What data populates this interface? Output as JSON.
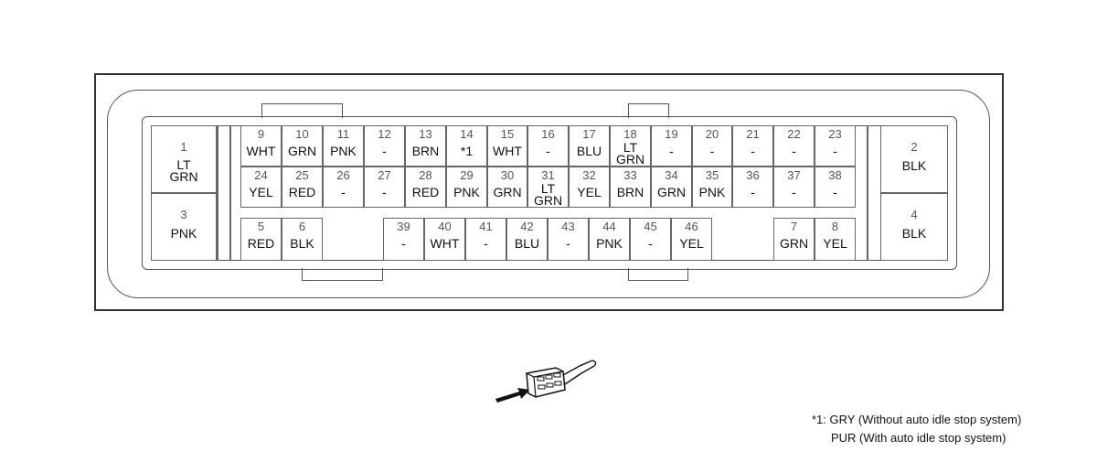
{
  "connector": {
    "cavities": [
      {
        "num": "1",
        "color": "LT\nGRN"
      },
      {
        "num": "2",
        "color": "BLK"
      },
      {
        "num": "3",
        "color": "PNK"
      },
      {
        "num": "4",
        "color": "BLK"
      },
      {
        "num": "5",
        "color": "RED"
      },
      {
        "num": "6",
        "color": "BLK"
      },
      {
        "num": "7",
        "color": "GRN"
      },
      {
        "num": "8",
        "color": "YEL"
      },
      {
        "num": "9",
        "color": "WHT"
      },
      {
        "num": "10",
        "color": "GRN"
      },
      {
        "num": "11",
        "color": "PNK"
      },
      {
        "num": "12",
        "color": "-"
      },
      {
        "num": "13",
        "color": "BRN"
      },
      {
        "num": "14",
        "color": "*1"
      },
      {
        "num": "15",
        "color": "WHT"
      },
      {
        "num": "16",
        "color": "-"
      },
      {
        "num": "17",
        "color": "BLU"
      },
      {
        "num": "18",
        "color": "LT\nGRN"
      },
      {
        "num": "19",
        "color": "-"
      },
      {
        "num": "20",
        "color": "-"
      },
      {
        "num": "21",
        "color": "-"
      },
      {
        "num": "22",
        "color": "-"
      },
      {
        "num": "23",
        "color": "-"
      },
      {
        "num": "24",
        "color": "YEL"
      },
      {
        "num": "25",
        "color": "RED"
      },
      {
        "num": "26",
        "color": "-"
      },
      {
        "num": "27",
        "color": "-"
      },
      {
        "num": "28",
        "color": "RED"
      },
      {
        "num": "29",
        "color": "PNK"
      },
      {
        "num": "30",
        "color": "GRN"
      },
      {
        "num": "31",
        "color": "LT\nGRN"
      },
      {
        "num": "32",
        "color": "YEL"
      },
      {
        "num": "33",
        "color": "BRN"
      },
      {
        "num": "34",
        "color": "GRN"
      },
      {
        "num": "35",
        "color": "PNK"
      },
      {
        "num": "36",
        "color": "-"
      },
      {
        "num": "37",
        "color": "-"
      },
      {
        "num": "38",
        "color": "-"
      },
      {
        "num": "39",
        "color": "-"
      },
      {
        "num": "40",
        "color": "WHT"
      },
      {
        "num": "41",
        "color": "-"
      },
      {
        "num": "42",
        "color": "BLU"
      },
      {
        "num": "43",
        "color": "-"
      },
      {
        "num": "44",
        "color": "PNK"
      },
      {
        "num": "45",
        "color": "-"
      },
      {
        "num": "46",
        "color": "YEL"
      }
    ]
  },
  "notes": {
    "line1": "*1: GRY (Without auto idle stop system)",
    "line2": "PUR (With auto idle stop system)"
  },
  "icons": {
    "harness": "connector-harness-icon",
    "arrow": "view-direction-arrow-icon"
  }
}
